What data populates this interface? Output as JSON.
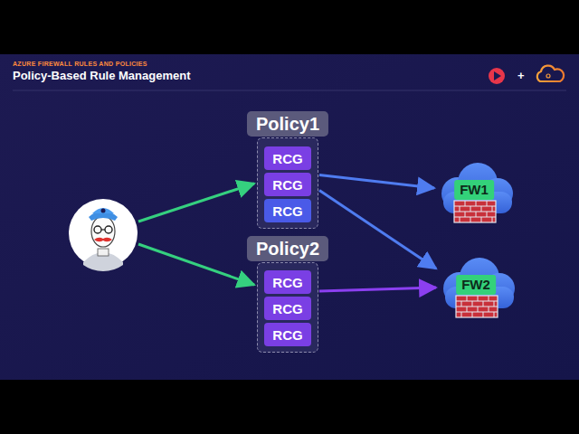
{
  "diagram": {
    "title": "Policy-Based Rule Management",
    "nodes": [
      {
        "text": [
          "Policy1"
        ]
      },
      {
        "text": [
          "RCG"
        ],
        "in": 0
      },
      {
        "text": [
          "RCG"
        ],
        "in": 0
      },
      {
        "text": [
          "RCG"
        ],
        "in": 0
      },
      {
        "text": [
          "Policy2"
        ]
      },
      {
        "text": [
          "RCG"
        ],
        "in": 4
      },
      {
        "text": [
          "RCG"
        ],
        "in": 4
      },
      {
        "text": [
          "RCG"
        ],
        "in": 4
      },
      {
        "text": [
          "FW1"
        ]
      },
      {
        "text": [
          "FW2"
        ]
      }
    ],
    "edges": [
      {
        "from": 0,
        "to": 8,
        "arrow": "to"
      },
      {
        "from": 0,
        "to": 9,
        "arrow": "to"
      },
      {
        "from": 4,
        "to": 9,
        "arrow": "to"
      }
    ],
    "labels": [
      "AZURE FIREWALL RULES AND POLICIES",
      "+"
    ]
  }
}
